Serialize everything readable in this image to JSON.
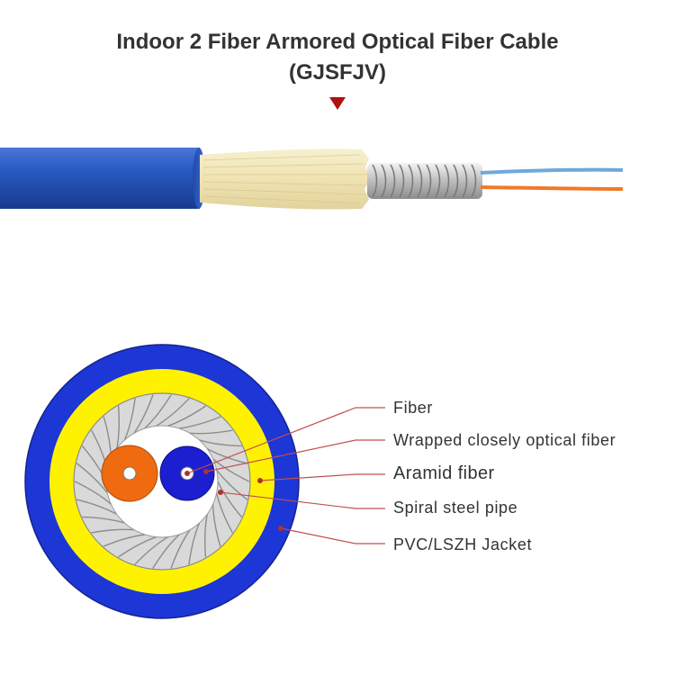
{
  "title": {
    "line1": "Indoor 2 Fiber Armored Optical Fiber Cable",
    "line2": "(GJSFJV)"
  },
  "icons": {
    "arrow": "down-triangle-icon"
  },
  "colors": {
    "jacket": "#1d36d6",
    "aramid": "#fff200",
    "steel": "#d9d9d9",
    "fiber_orange": "#f06a10",
    "fiber_blue": "#1b1fd0",
    "leader_line": "#c0504d",
    "title_text": "#333333"
  },
  "labels": {
    "fiber": "Fiber",
    "wrapped": "Wrapped closely optical fiber",
    "aramid": "Aramid fiber",
    "steel": "Spiral steel pipe",
    "jacket": "PVC/LSZH Jacket"
  }
}
